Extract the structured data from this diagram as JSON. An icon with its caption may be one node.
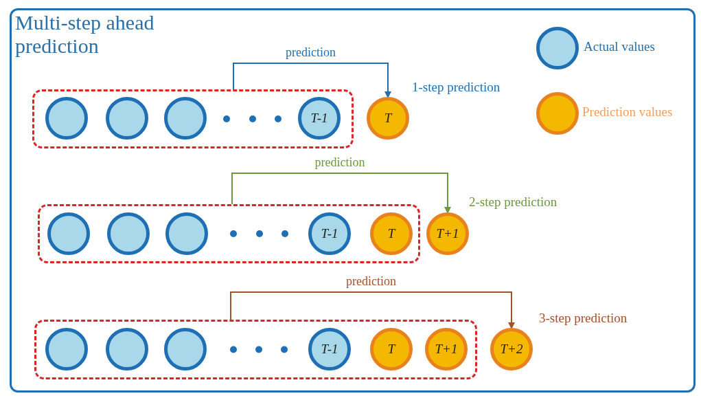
{
  "diagram": {
    "title": "Multi-step ahead prediction",
    "nodes": [
      {
        "text": [],
        "shape": "box"
      },
      {
        "text": [],
        "shape": "circle",
        "in": 0
      },
      {
        "text": [],
        "shape": "circle",
        "in": 0
      },
      {
        "text": [],
        "shape": "circle",
        "in": 0
      },
      {
        "text": [
          "T-1"
        ],
        "in": 0
      },
      {
        "text": [
          "T"
        ],
        "beside": [
          "1-step prediction"
        ]
      },
      {
        "text": [],
        "shape": "box"
      },
      {
        "text": [],
        "shape": "circle",
        "in": 6
      },
      {
        "text": [],
        "shape": "circle",
        "in": 6
      },
      {
        "text": [],
        "shape": "circle",
        "in": 6
      },
      {
        "text": [
          "T-1"
        ],
        "in": 6
      },
      {
        "text": [
          "T"
        ],
        "in": 6
      },
      {
        "text": [
          "T+1"
        ],
        "beside": [
          "2-step prediction"
        ]
      },
      {
        "text": [],
        "shape": "box"
      },
      {
        "text": [],
        "shape": "circle",
        "in": 13
      },
      {
        "text": [],
        "shape": "circle",
        "in": 13
      },
      {
        "text": [],
        "shape": "circle",
        "in": 13
      },
      {
        "text": [
          "T-1"
        ],
        "in": 13
      },
      {
        "text": [
          "T"
        ],
        "in": 13
      },
      {
        "text": [
          "T+1"
        ],
        "in": 13
      },
      {
        "text": [
          "T+2"
        ],
        "beside": [
          "3-step prediction"
        ]
      }
    ],
    "edges": [
      {
        "from": 0,
        "to": 5,
        "arrow": "to",
        "label": "prediction",
        "color": "#1f6fb5"
      },
      {
        "from": 6,
        "to": 12,
        "arrow": "to",
        "label": "prediction",
        "color": "#6a9a3a"
      },
      {
        "from": 13,
        "to": 20,
        "arrow": "to",
        "label": "prediction",
        "color": "#a0522d"
      }
    ],
    "legend": [
      {
        "text": "Actual values",
        "color": "#a8d8ea"
      },
      {
        "text": "Prediction values",
        "color": "#f5b800"
      }
    ]
  }
}
